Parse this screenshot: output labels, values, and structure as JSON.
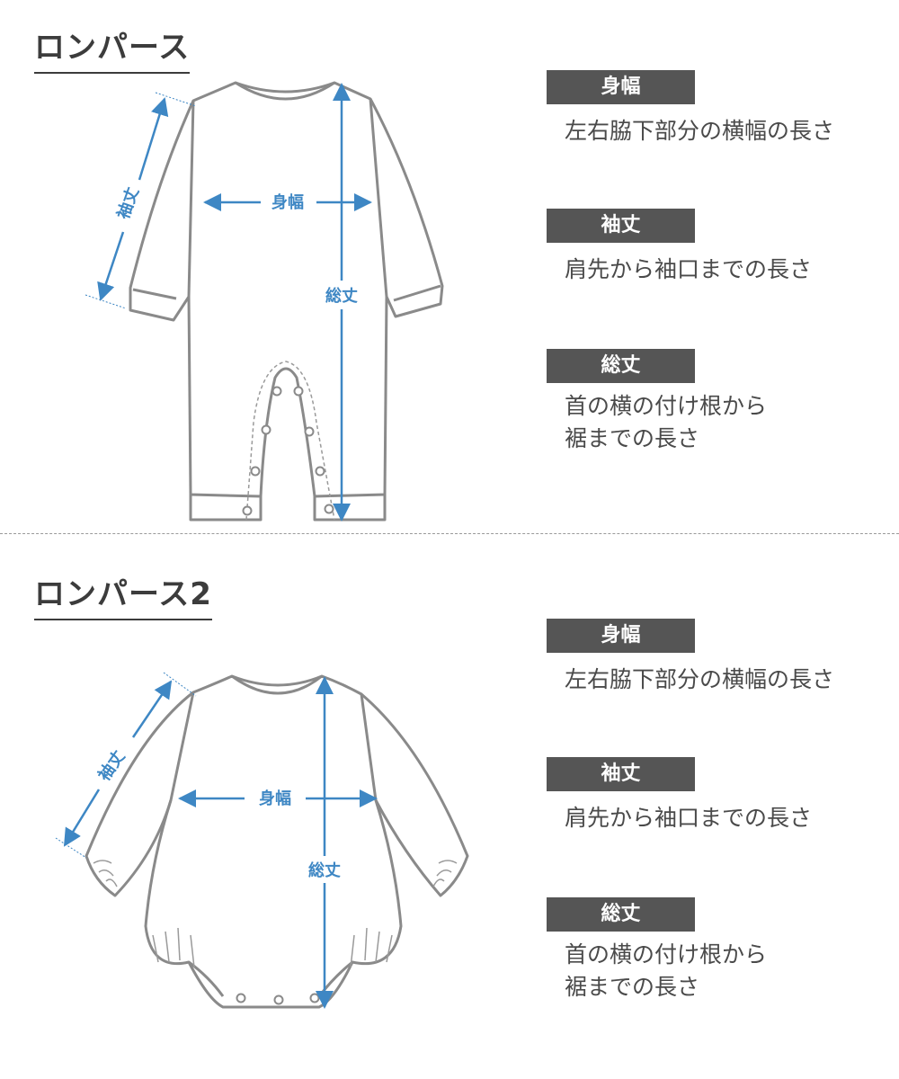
{
  "sections": [
    {
      "title": "ロンパース",
      "diagram_labels": {
        "sleeve": "袖丈",
        "width": "身幅",
        "length": "総丈"
      },
      "items": [
        {
          "label": "身幅",
          "desc": [
            "左右脇下部分の横幅の長さ"
          ]
        },
        {
          "label": "袖丈",
          "desc": [
            "肩先から袖口までの長さ"
          ]
        },
        {
          "label": "総丈",
          "desc": [
            "首の横の付け根から",
            "裾までの長さ"
          ]
        }
      ]
    },
    {
      "title": "ロンパース2",
      "diagram_labels": {
        "sleeve": "袖丈",
        "width": "身幅",
        "length": "総丈"
      },
      "items": [
        {
          "label": "身幅",
          "desc": [
            "左右脇下部分の横幅の長さ"
          ]
        },
        {
          "label": "袖丈",
          "desc": [
            "肩先から袖口までの長さ"
          ]
        },
        {
          "label": "総丈",
          "desc": [
            "首の横の付け根から",
            "裾までの長さ"
          ]
        }
      ]
    }
  ],
  "colors": {
    "accent": "#3e87c4",
    "outline": "#8a8a8a",
    "label_bg": "#555555",
    "text": "#4a4a4a"
  }
}
